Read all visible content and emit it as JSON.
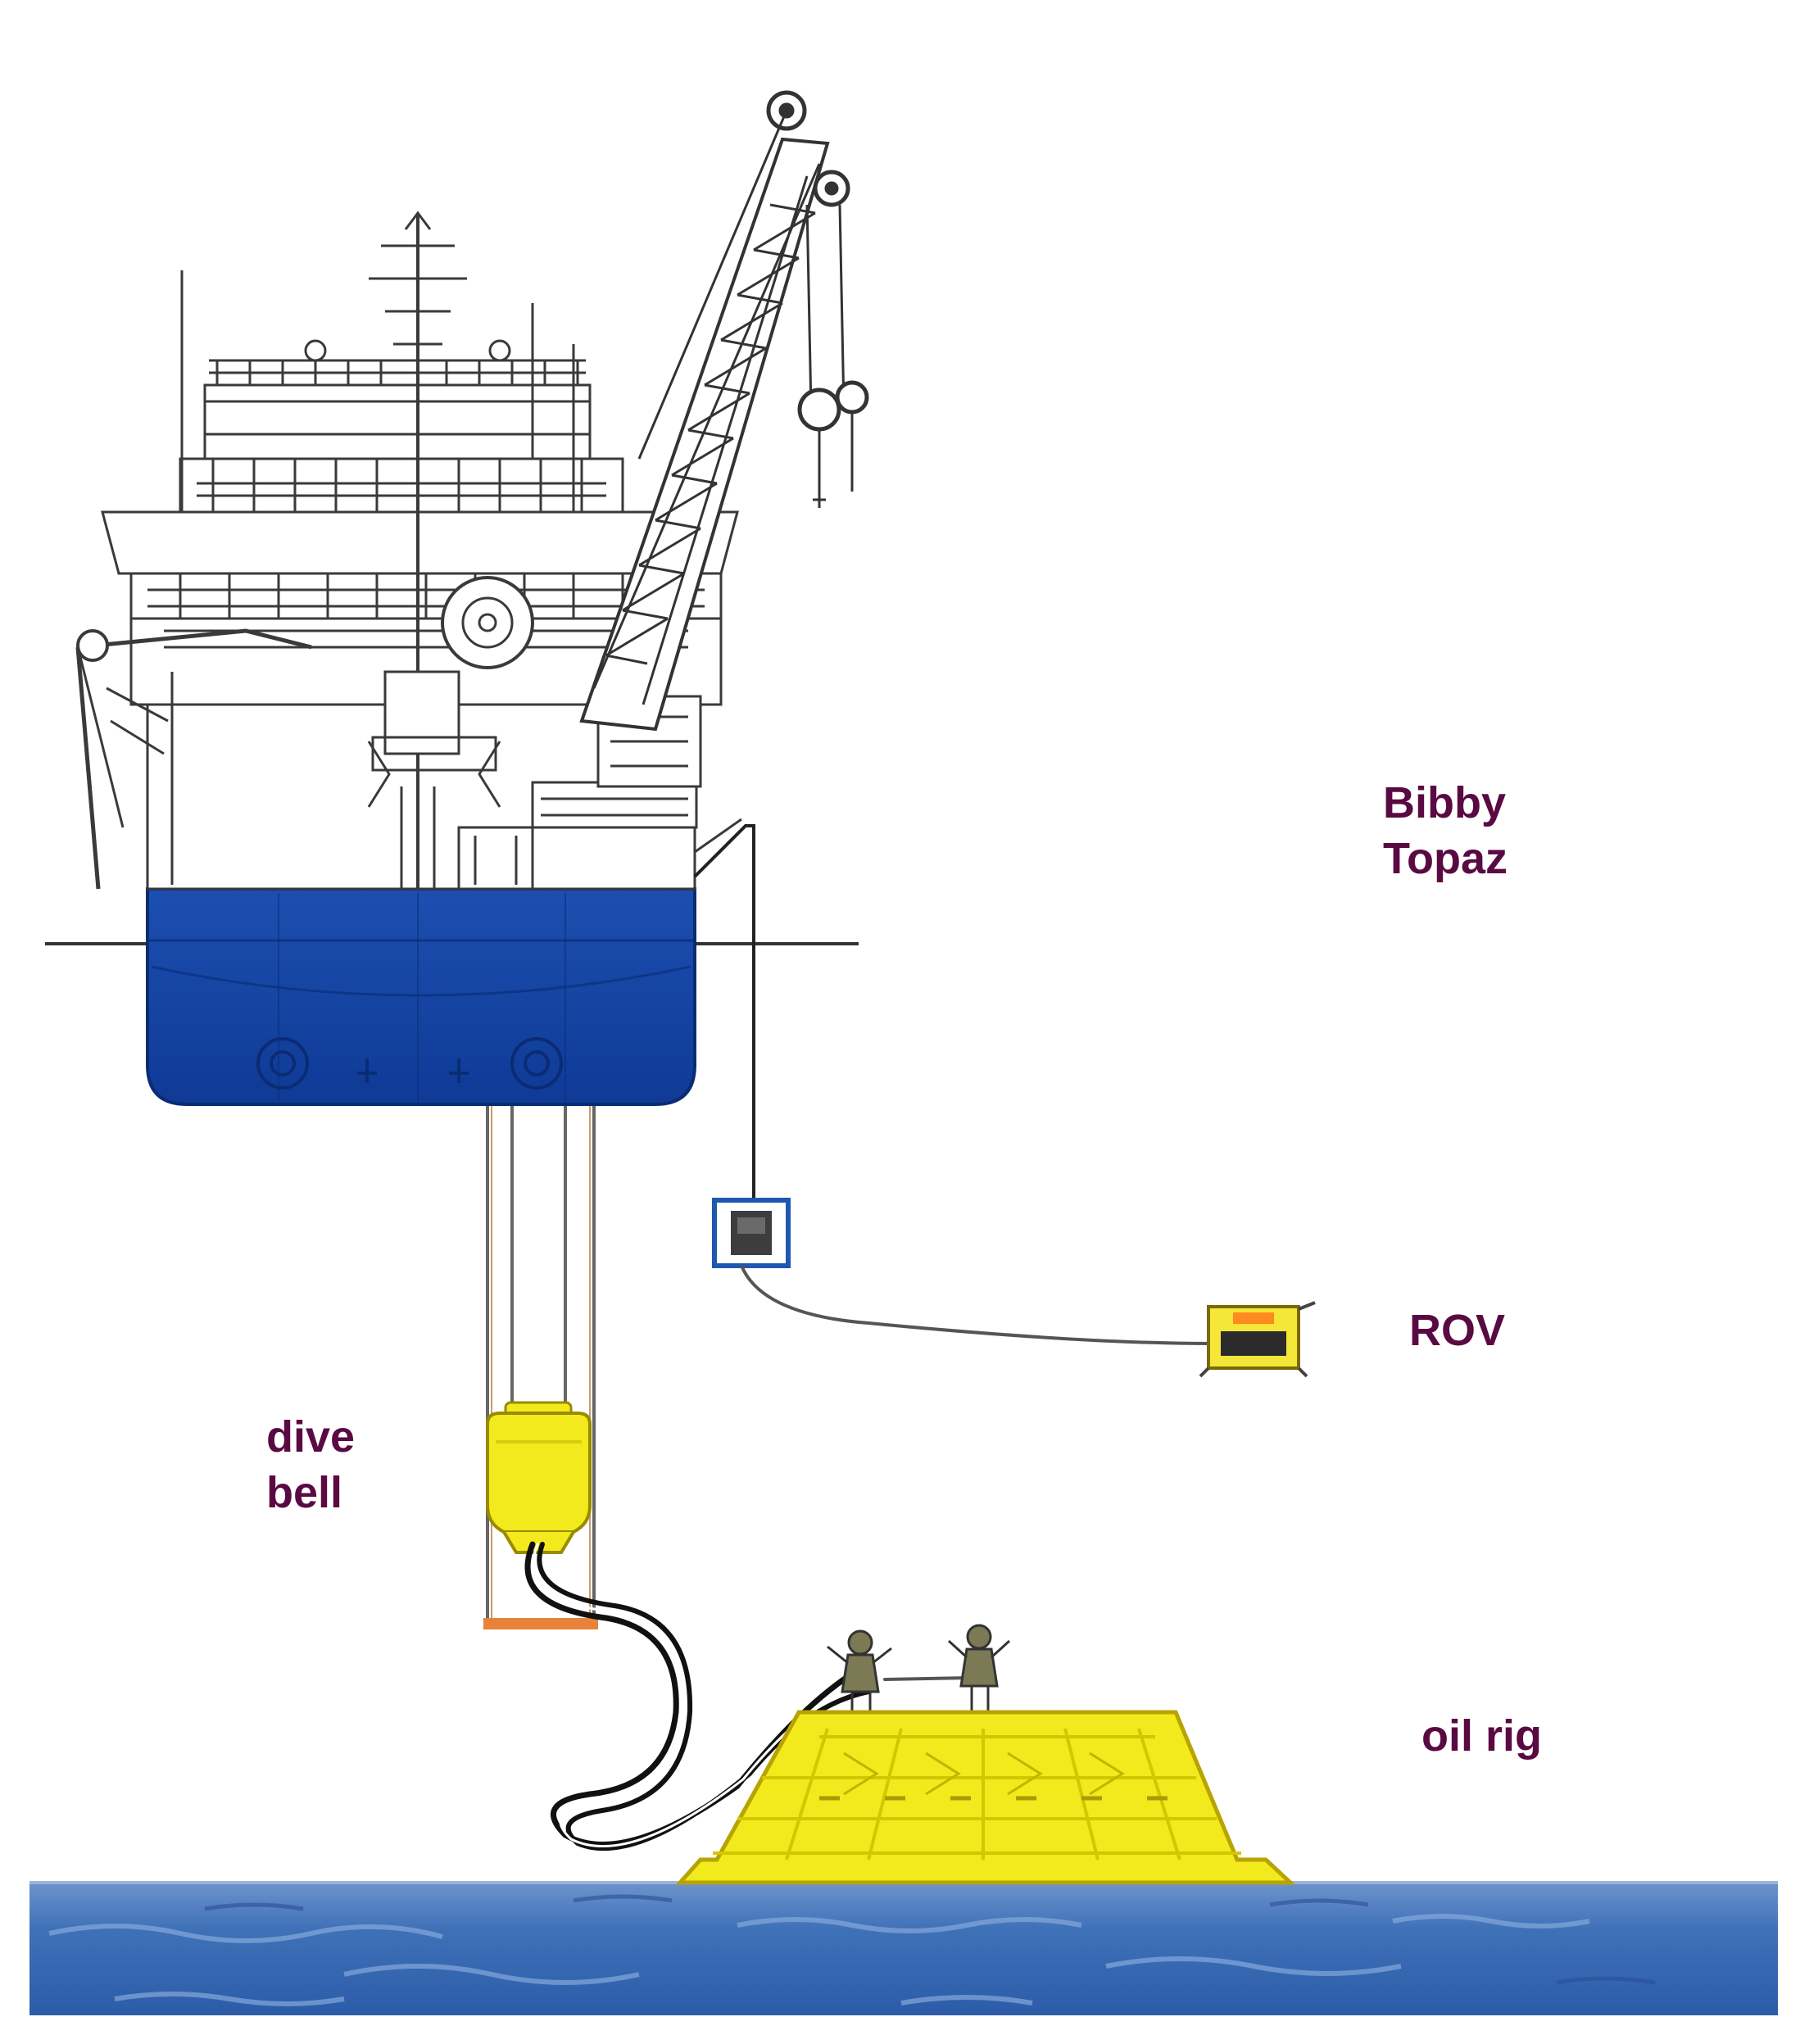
{
  "labels": {
    "ship": {
      "line1": "Bibby",
      "line2": "Topaz"
    },
    "rov": "ROV",
    "bell": {
      "line1": "dive",
      "line2": "bell"
    },
    "rig": "oil rig"
  },
  "colors": {
    "hull": "#1747a6",
    "hull_dark": "#0d3590",
    "yellow": "#f2ea1c",
    "yellow_edge": "#b8a300",
    "seabed": "#3f71b8",
    "seabed_light": "#7fa3d6",
    "label": "#5a0a42",
    "line": "#222222",
    "orange": "#e8823a"
  }
}
